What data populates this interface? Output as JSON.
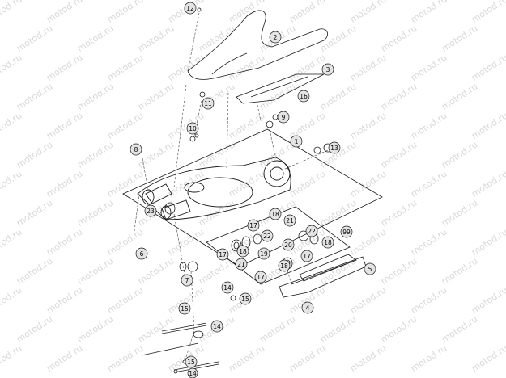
{
  "watermark": "motod.ru",
  "callouts": {
    "c1": "1",
    "c2": "2",
    "c3": "3",
    "c4": "4",
    "c5": "5",
    "c6": "6",
    "c7": "7",
    "c8": "8",
    "c9": "9",
    "c10": "10",
    "c11": "11",
    "c12": "12",
    "c13": "13",
    "c14": "14",
    "c15": "15",
    "c16": "16",
    "c17": "17",
    "c18": "18",
    "c19": "19",
    "c20": "20",
    "c21": "21",
    "c22": "22",
    "c23": "23",
    "c99": "99"
  },
  "colors": {
    "line": "#1a1a1a",
    "dash": "#444444",
    "callout_fill": "#e4e4e4",
    "watermark": "#d9d9d9"
  }
}
